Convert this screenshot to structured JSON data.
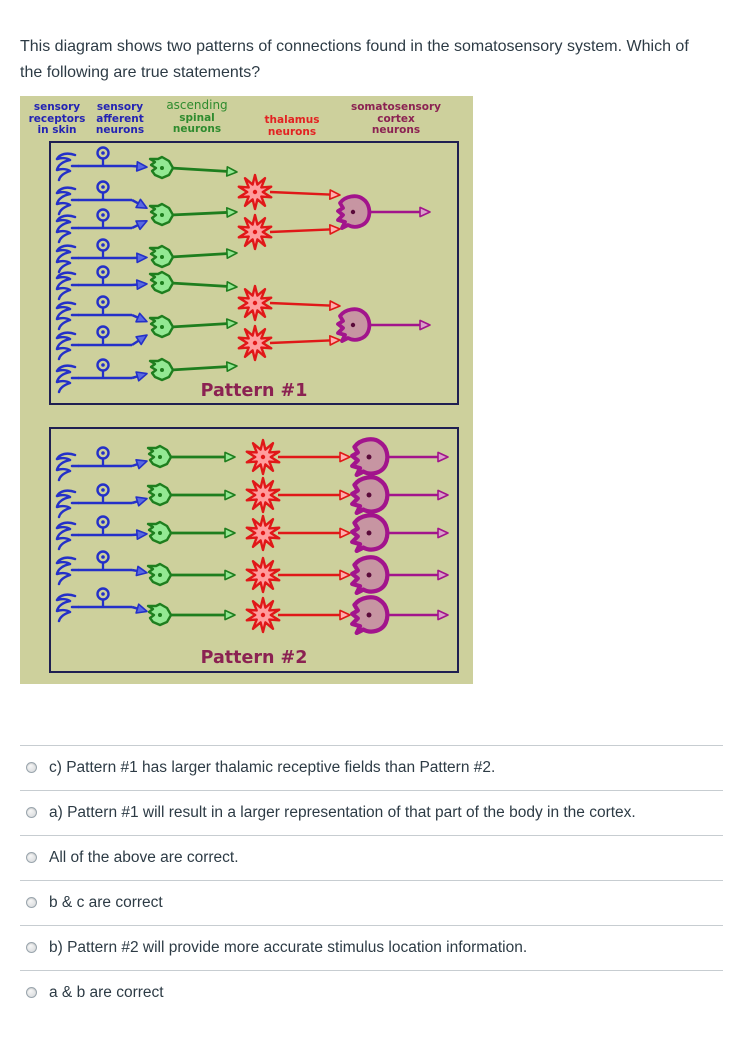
{
  "question": {
    "text": "This diagram shows two patterns of connections found in the somatosensory system. Which of the following are true statements?"
  },
  "diagram": {
    "background_color": "#cdd09c",
    "column_labels": [
      {
        "name": "sensory-receptors-in-skin",
        "lines": [
          "sensory",
          "receptors",
          "in skin"
        ],
        "color": "#2323b4"
      },
      {
        "name": "sensory-afferent-neurons",
        "lines": [
          "sensory",
          "afferent",
          "neurons"
        ],
        "color": "#2323b4"
      },
      {
        "name": "ascending-spinal-neurons",
        "lines": [
          "ascending",
          "spinal",
          "neurons"
        ],
        "color": "#2e8b2e"
      },
      {
        "name": "thalamus-neurons",
        "lines": [
          "thalamus",
          "neurons"
        ],
        "color": "#e32222"
      },
      {
        "name": "somatosensory-cortex-neurons",
        "lines": [
          "somatosensory",
          "cortex",
          "neurons"
        ],
        "color": "#8b2252"
      }
    ],
    "colors": {
      "receptor_afferent": "#2430c8",
      "receptor_arrow_fill": "#5a6ae0",
      "spinal_stroke": "#1e7e1e",
      "spinal_fill": "#93e893",
      "thalamus_stroke": "#e01818",
      "thalamus_fill": "#ff9d9d",
      "thalamus_arrow_fill": "#ffb0b0",
      "cortex_stroke": "#a2148c",
      "cortex_fill": "#c795a2",
      "cortex_arrow_fill": "#d9a0ca",
      "box_border": "#1f1f52",
      "title_color": "#8b2252"
    },
    "pattern1": {
      "title": "Pattern #1",
      "receptor_count": 8,
      "spinal_count": 6,
      "thalamus_count": 4,
      "cortex_count": 2,
      "receptor_to_spinal": [
        1,
        2,
        2,
        3,
        4,
        5,
        5,
        6
      ],
      "spinal_to_thalamus": [
        [
          1
        ],
        [
          1,
          2
        ],
        [
          2
        ],
        [
          3
        ],
        [
          3,
          4
        ],
        [
          4
        ]
      ],
      "thalamus_to_cortex": [
        1,
        1,
        2,
        2
      ]
    },
    "pattern2": {
      "title": "Pattern #2",
      "receptor_count": 5,
      "spinal_count": 5,
      "thalamus_count": 5,
      "cortex_count": 5,
      "receptor_to_spinal": [
        1,
        2,
        3,
        4,
        5
      ],
      "spinal_to_thalamus": [
        [
          1
        ],
        [
          2
        ],
        [
          3
        ],
        [
          4
        ],
        [
          5
        ]
      ],
      "thalamus_to_cortex": [
        1,
        2,
        3,
        4,
        5
      ]
    }
  },
  "options": [
    {
      "label": "c) Pattern #1 has larger thalamic receptive fields than Pattern #2.",
      "selected": false
    },
    {
      "label": "a) Pattern #1 will result in a larger representation of that part of the body in the cortex.",
      "selected": false
    },
    {
      "label": "All of the above are correct.",
      "selected": false
    },
    {
      "label": "b & c are correct",
      "selected": false
    },
    {
      "label": "b) Pattern #2 will provide more accurate stimulus location information.",
      "selected": false
    },
    {
      "label": "a & b are correct",
      "selected": false
    }
  ]
}
